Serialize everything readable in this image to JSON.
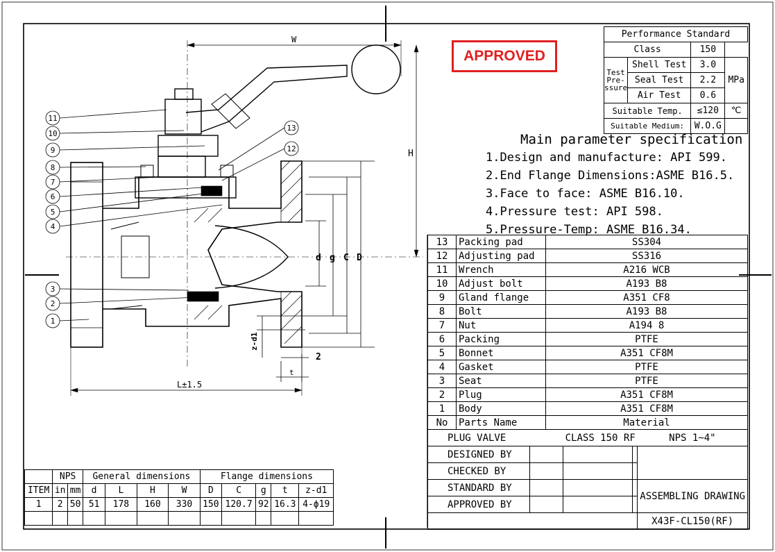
{
  "stamp": "APPROVED",
  "performance": {
    "title": "Performance Standard",
    "class_label": "Class",
    "class_value": "150",
    "test_label": "Test",
    "pressure_label": "Pre-",
    "pressure_label2": "ssure",
    "shell_label": "Shell Test",
    "shell_value": "3.0",
    "seal_label": "Seal Test",
    "seal_value": "2.2",
    "air_label": "Air Test",
    "air_value": "0.6",
    "unit_pressure": "MPa",
    "temp_label": "Suitable Temp.",
    "temp_value": "≤120",
    "temp_unit": "℃",
    "medium_label": "Suitable Medium:",
    "medium_value": "W.O.G"
  },
  "spec": {
    "heading": "Main parameter specification",
    "lines": [
      "1.Design and manufacture: API 599.",
      "2.End Flange Dimensions:ASME B16.5.",
      "3.Face to face: ASME B16.10.",
      "4.Pressure test: API 598.",
      "5.Pressure-Temp: ASME B16.34."
    ]
  },
  "parts": {
    "header": {
      "no": "No",
      "name": "Parts Name",
      "material": "Material"
    },
    "rows": [
      {
        "no": "13",
        "name": "Packing pad",
        "material": "SS304"
      },
      {
        "no": "12",
        "name": "Adjusting pad",
        "material": "SS316"
      },
      {
        "no": "11",
        "name": "Wrench",
        "material": "A216 WCB"
      },
      {
        "no": "10",
        "name": "Adjust bolt",
        "material": "A193 B8"
      },
      {
        "no": "9",
        "name": "Gland flange",
        "material": "A351 CF8"
      },
      {
        "no": "8",
        "name": "Bolt",
        "material": "A193 B8"
      },
      {
        "no": "7",
        "name": "Nut",
        "material": "A194 8"
      },
      {
        "no": "6",
        "name": "Packing",
        "material": "PTFE"
      },
      {
        "no": "5",
        "name": "Bonnet",
        "material": "A351 CF8M"
      },
      {
        "no": "4",
        "name": "Gasket",
        "material": "PTFE"
      },
      {
        "no": "3",
        "name": "Seat",
        "material": "PTFE"
      },
      {
        "no": "2",
        "name": "Plug",
        "material": "A351 CF8M"
      },
      {
        "no": "1",
        "name": "Body",
        "material": "A351 CF8M"
      }
    ]
  },
  "title_block": {
    "product": "PLUG VALVE",
    "class": "CLASS 150 RF",
    "size": "NPS 1~4\"",
    "designed": "DESIGNED  BY",
    "checked": "CHECKED  BY",
    "standard": "STANDARD  BY",
    "approved": "APPROVED  BY",
    "drawing_type": "ASSEMBLING DRAWING",
    "drawing_no": "X43F-CL150(RF)"
  },
  "dimensions": {
    "group_nps": "NPS",
    "group_general": "General dimensions",
    "group_flange": "Flange dimensions",
    "headers": [
      "ITEM",
      "in",
      "mm",
      "d",
      "L",
      "H",
      "W",
      "D",
      "C",
      "g",
      "t",
      "z-d1"
    ],
    "row": [
      "1",
      "2",
      "50",
      "51",
      "178",
      "160",
      "330",
      "150",
      "120.7",
      "92",
      "16.3",
      "4-ϕ19"
    ]
  },
  "drawing_labels": {
    "w": "W",
    "h": "H",
    "l": "L±1.5",
    "d": "d",
    "g": "g",
    "c": "C",
    "dd": "D",
    "z": "z-d1",
    "two": "2",
    "t": "t",
    "balloons": [
      "11",
      "10",
      "9",
      "8",
      "7",
      "6",
      "5",
      "4",
      "3",
      "2",
      "1",
      "13",
      "12"
    ]
  }
}
